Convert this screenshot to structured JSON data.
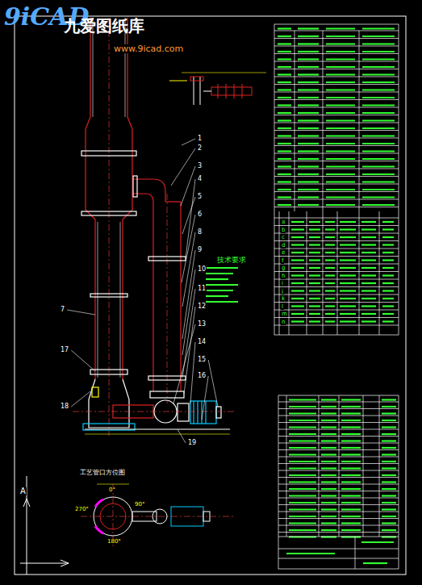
{
  "diagram": {
    "labels": [
      "9iCAD",
      "九爱图纸库",
      "www.9icad.com",
      "技术要求",
      "工艺管口方位图",
      "1",
      "2",
      "3",
      "4",
      "5",
      "6",
      "7",
      "8",
      "9",
      "10",
      "11",
      "12",
      "13",
      "14",
      "15",
      "16",
      "17",
      "18",
      "19",
      "a",
      "b",
      "c",
      "d",
      "e",
      "f",
      "g",
      "h",
      "i",
      "j",
      "k",
      "l",
      "m",
      "n",
      "A",
      "0°",
      "90°",
      "180°",
      "270°"
    ]
  }
}
